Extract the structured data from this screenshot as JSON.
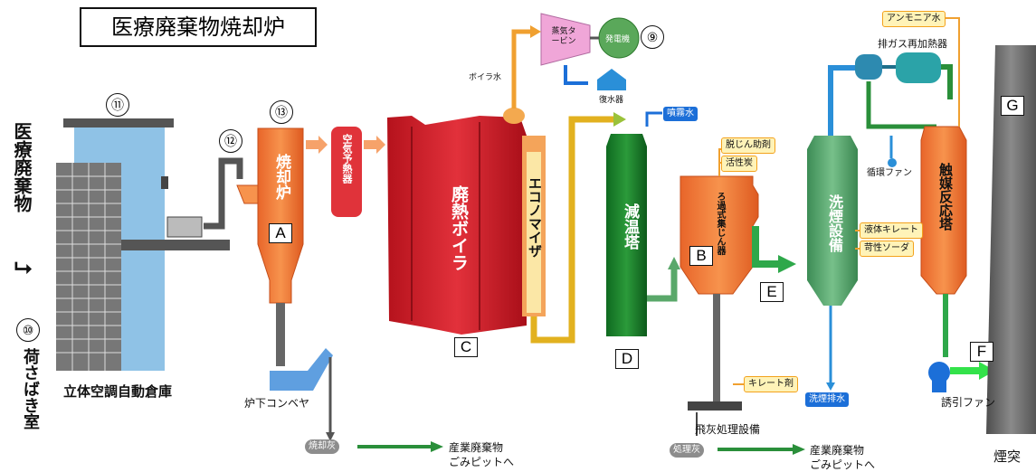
{
  "title": "医療廃棄物焼却炉",
  "left_labels": {
    "medical_waste": "医療廃棄物",
    "unloading_room": "荷さばき室",
    "warehouse": "立体空調自動倉庫"
  },
  "circle_numbers": {
    "n9": "⑨",
    "n10": "⑩",
    "n11": "⑪",
    "n12": "⑫",
    "n13": "⑬"
  },
  "equipment": {
    "incinerator": "焼却炉",
    "air_preheater": "空気予熱器",
    "waste_heat_boiler": "廃熱ボイラ",
    "economizer": "エコノマイザ",
    "cooling_tower": "減温塔",
    "bag_filter": "ろ過式集じん器",
    "scrubber": "洗煙設備",
    "catalytic_reactor": "触媒反応塔",
    "steam_turbine": "蒸気タービン",
    "generator": "発電機",
    "condenser": "復水器",
    "exhaust_reheater": "排ガス再加熱器",
    "circulation_fan": "循環ファン",
    "induced_fan": "誘引ファン",
    "chimney": "煙突",
    "under_furnace_conveyor": "炉下コンベヤ",
    "fly_ash_facility": "飛灰処理設備"
  },
  "tags": {
    "boiler_water": "ボイラ水",
    "spray_water": "噴霧水",
    "activated_carbon_agent": "脱じん助剤",
    "activated_carbon": "活性炭",
    "ammonia_water": "アンモニア水",
    "liquid_chelate": "液体キレート",
    "caustic_soda": "苛性ソーダ",
    "chelate_agent": "キレート剤",
    "wash_drain": "洗煙排水",
    "incineration_ash": "焼却灰",
    "treated_ash": "処理灰"
  },
  "destinations": {
    "dest1_line1": "産業廃棄物",
    "dest1_line2": "ごみピットへ",
    "dest2_line1": "産業廃棄物",
    "dest2_line2": "ごみピットへ"
  },
  "boxes": {
    "A": "A",
    "B": "B",
    "C": "C",
    "D": "D",
    "E": "E",
    "F": "F",
    "G": "G"
  },
  "colors": {
    "incinerator": "#f07a32",
    "boiler_red": "#d8202a",
    "economizer": "#fbe7a6",
    "cooling_green": "#1e8a2e",
    "scrubber_green": "#5aa96e",
    "arrow_green": "#2ea84a",
    "gas_yellow": "#e7b81c",
    "warehouse_blue": "#8fc2e6",
    "chimney_gray": "#6b6b6b"
  }
}
